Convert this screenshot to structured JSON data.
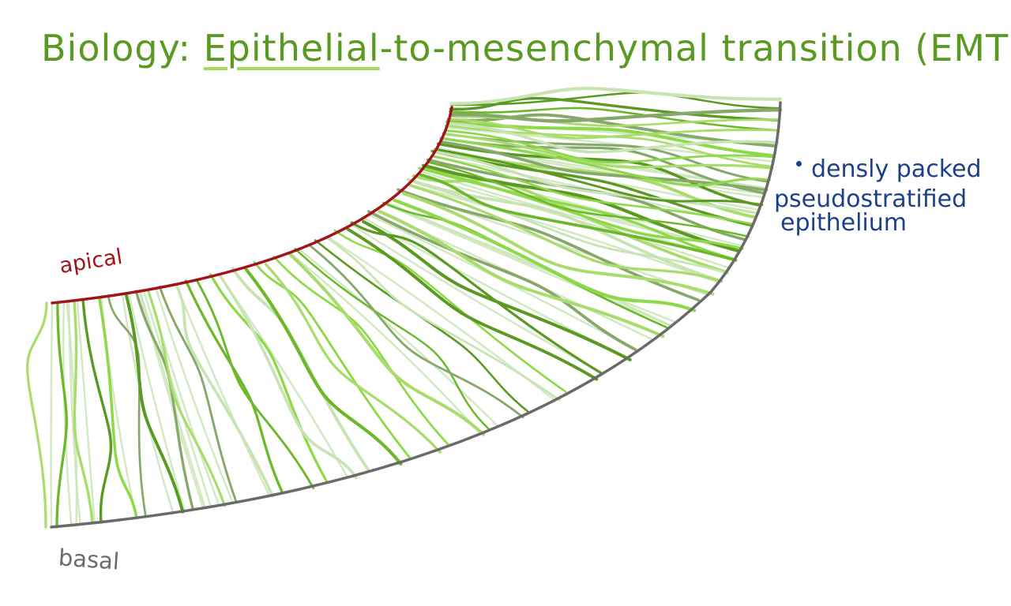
{
  "title": {
    "prefix": "Biology: ",
    "emphasis": "Epithelial",
    "rest": "-to-mesenchymal transition (EMT)"
  },
  "labels": {
    "apical": "apical",
    "basal": "basal"
  },
  "annotation": {
    "line1": "densly packed",
    "line2": "pseudostratified",
    "line3": "epithelium"
  },
  "colors": {
    "title": "#5a9a22",
    "apical_edge": "#a0141a",
    "basal_edge": "#6a6a6a",
    "annotation": "#1e3f8a",
    "cell_greens": [
      "#5a9a22",
      "#6cb82a",
      "#8ed94a",
      "#a9dc6c",
      "#c8e4b4",
      "#86a86a"
    ]
  }
}
